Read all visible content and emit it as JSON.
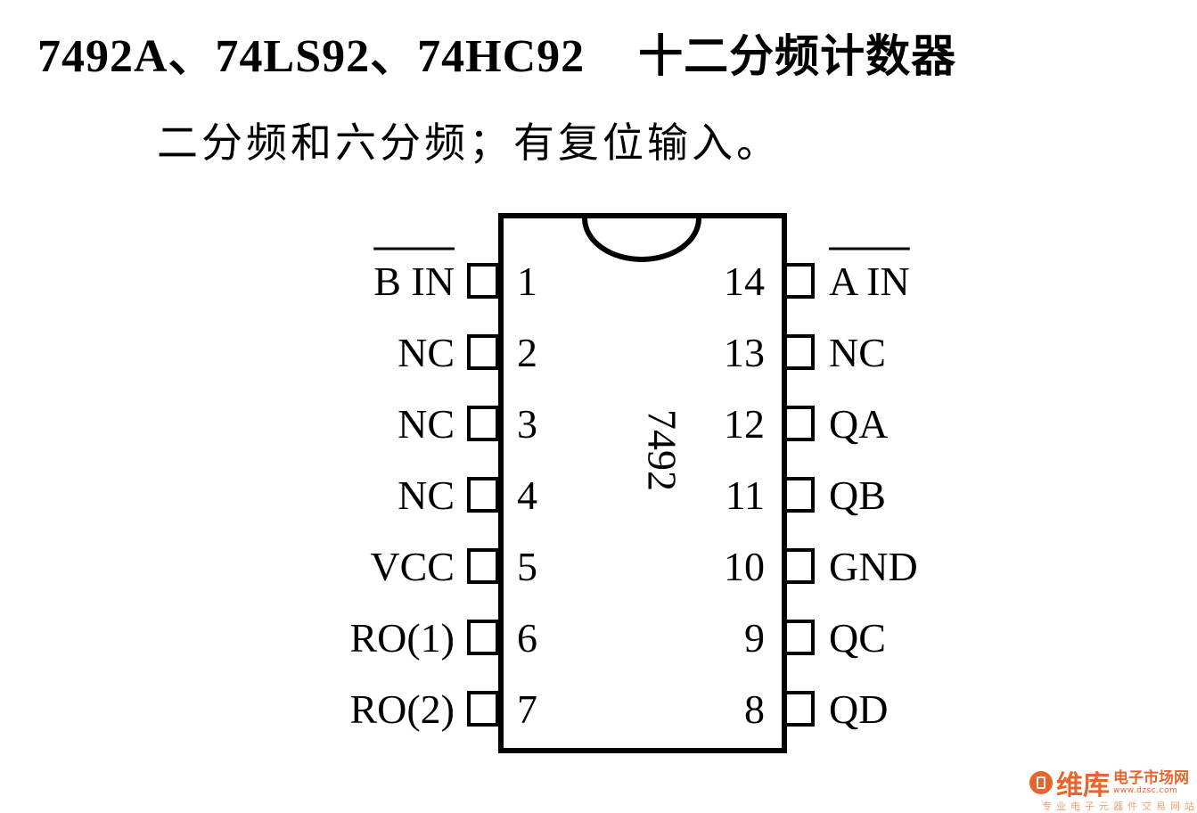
{
  "header": {
    "title_parts": "7492A、74LS92、74HC92",
    "title_cn": "十二分频计数器",
    "subtitle": "二分频和六分频；有复位输入。"
  },
  "chip": {
    "label": "7492",
    "left_pins": [
      {
        "number": "1",
        "name": "B IN",
        "overline": true
      },
      {
        "number": "2",
        "name": "NC",
        "overline": false
      },
      {
        "number": "3",
        "name": "NC",
        "overline": false
      },
      {
        "number": "4",
        "name": "NC",
        "overline": false
      },
      {
        "number": "5",
        "name": "VCC",
        "overline": false
      },
      {
        "number": "6",
        "name": "RO(1)",
        "overline": false
      },
      {
        "number": "7",
        "name": "RO(2)",
        "overline": false
      }
    ],
    "right_pins": [
      {
        "number": "14",
        "name": "A IN",
        "overline": true
      },
      {
        "number": "13",
        "name": "NC",
        "overline": false
      },
      {
        "number": "12",
        "name": "QA",
        "overline": false
      },
      {
        "number": "11",
        "name": "QB",
        "overline": false
      },
      {
        "number": "10",
        "name": "GND",
        "overline": false
      },
      {
        "number": "9",
        "name": "QC",
        "overline": false
      },
      {
        "number": "8",
        "name": "QD",
        "overline": false
      }
    ]
  },
  "watermark": {
    "brand": "维库",
    "market": "电子市场网",
    "url": "www.dzsc.com",
    "tagline": "专业电子元器件交易网站",
    "color": "#e8642c"
  }
}
